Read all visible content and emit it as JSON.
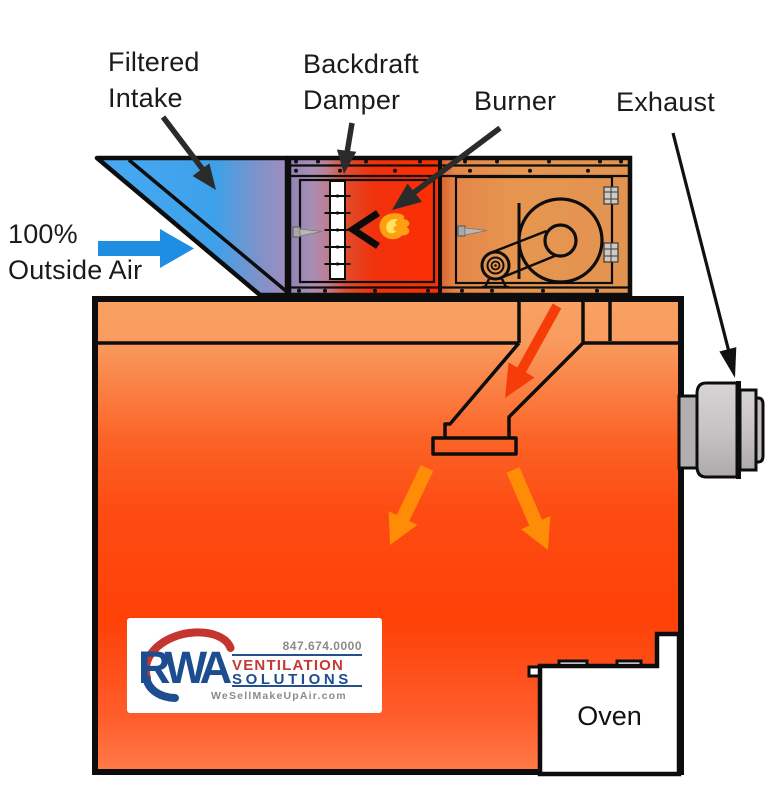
{
  "diagram": {
    "title_context": "Make-up air ventilation diagram",
    "labels": {
      "filtered_intake": "Filtered\nIntake",
      "backdraft_damper": "Backdraft\nDamper",
      "burner": "Burner",
      "exhaust": "Exhaust",
      "outside_air": "100%\nOutside Air",
      "oven": "Oven"
    },
    "logo": {
      "brand": "RWA",
      "phone": "847.674.0000",
      "name_line1": "VENTILATION",
      "name_line2": "SOLUTIONS",
      "website": "WeSellMakeUpAir.com"
    },
    "icons": {
      "burner_flame": "flame-icon",
      "backdraft_damper_blades": "damper-blades-icon",
      "blower": "blower-fan-icon",
      "exhaust_port": "exhaust-port-icon",
      "airflow_chevron": "left-chevron-icon"
    },
    "colors": {
      "intake_blue": "#3fa6ee",
      "outside_air_arrow_blue": "#1e8ee2",
      "damper_purple": "#998bbb",
      "burner_red": "#fe2d02",
      "fan_orange": "#e5934c",
      "room_hot_red": "#fe4107",
      "supply_arrow_red": "#f63c08",
      "distribution_arrow_orange": "#ff8c06",
      "exhaust_gray": "#c6c2c3",
      "brand_blue": "#1c4e8f",
      "brand_red": "#c5342f",
      "logo_gray": "#8b8b8b"
    }
  }
}
